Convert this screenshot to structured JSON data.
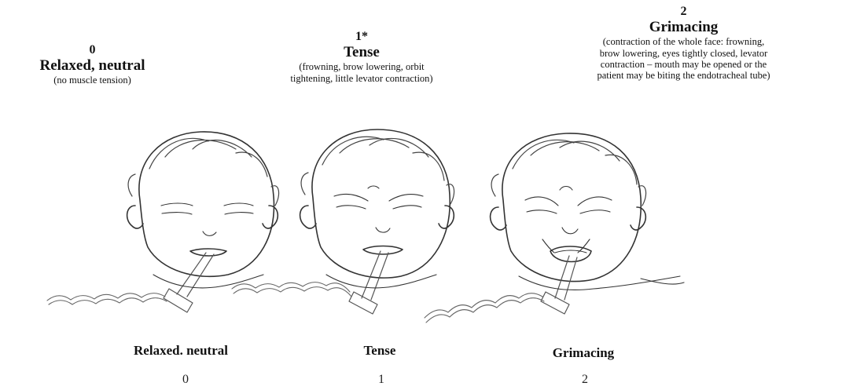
{
  "levels": [
    {
      "score": "0",
      "title": "Relaxed, neutral",
      "description": "(no muscle tension)",
      "bottom_label": "Relaxed. neutral",
      "bottom_score": "0"
    },
    {
      "score": "1*",
      "title": "Tense",
      "description_lines": [
        "(frowning, brow lowering, orbit",
        "tightening, little levator contraction)"
      ],
      "bottom_label": "Tense",
      "bottom_score": "1"
    },
    {
      "score": "2",
      "title": "Grimacing",
      "description_lines": [
        "(contraction of the whole face: frowning,",
        "brow lowering, eyes tightly closed, levator",
        "contraction – mouth may be opened or the",
        "patient may be biting the endotracheal tube)"
      ],
      "bottom_label": "Grimacing",
      "bottom_score": "2"
    }
  ]
}
